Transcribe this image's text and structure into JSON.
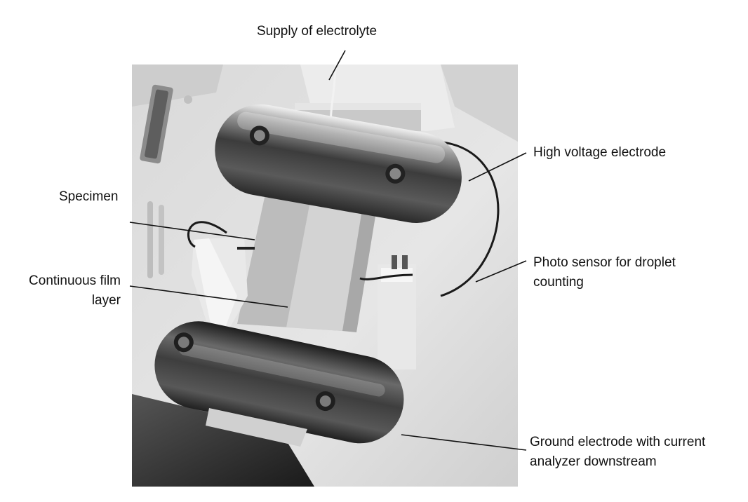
{
  "labels": {
    "supply": "Supply of electrolyte",
    "high_voltage": "High voltage electrode",
    "specimen": "Specimen",
    "continuous_line1": "Continuous film",
    "continuous_line2": "layer",
    "photo_line1": "Photo sensor for droplet",
    "photo_line2": "counting",
    "ground_line1": "Ground electrode with current",
    "ground_line2": "analyzer downstream"
  }
}
